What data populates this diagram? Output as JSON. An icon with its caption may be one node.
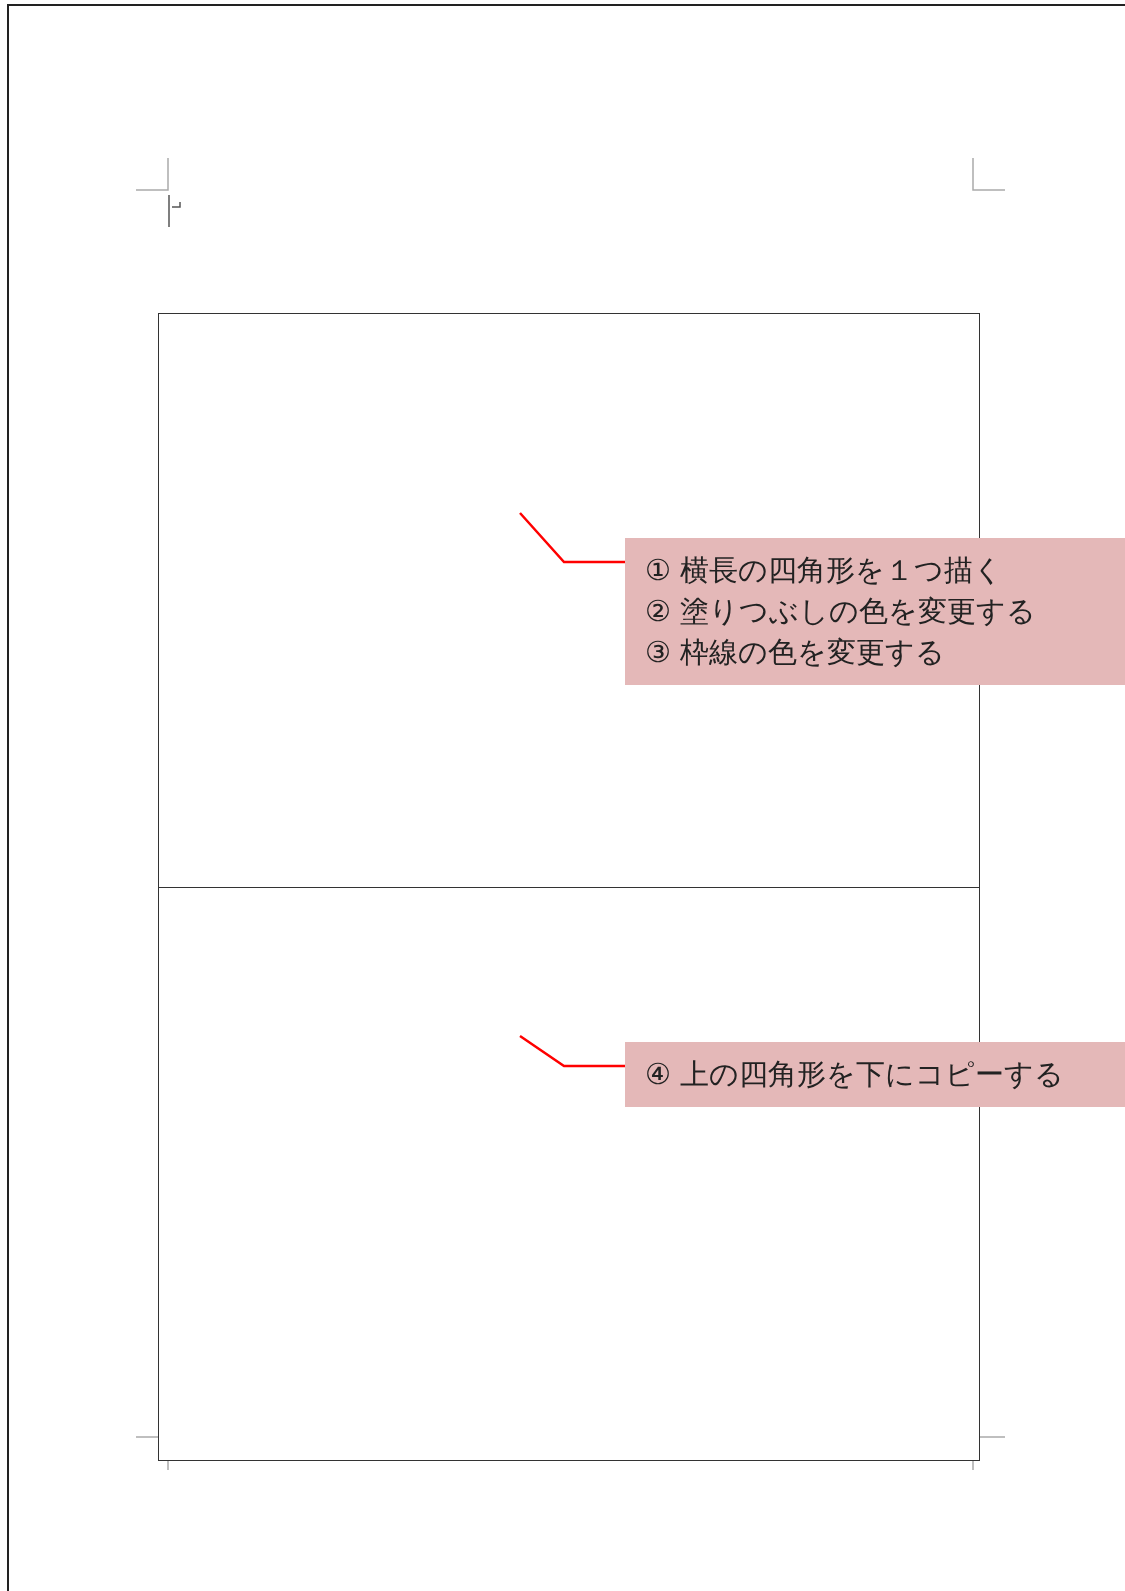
{
  "diagram": {
    "nodes": [
      {
        "text": [],
        "shape": "box"
      },
      {
        "text": [],
        "shape": "box"
      },
      {
        "text": [
          "① 横長の四角形を１つ描く",
          "② 塗りつぶしの色を変更する",
          "③ 枠線の色を変更する"
        ]
      },
      {
        "text": [
          "④ 上の四角形を下にコピーする"
        ]
      }
    ],
    "edges": [
      {
        "from": 2,
        "to": 0,
        "arrow": "none",
        "color": "#ff0000"
      },
      {
        "from": 3,
        "to": 1,
        "arrow": "none",
        "color": "#ff0000"
      }
    ]
  }
}
